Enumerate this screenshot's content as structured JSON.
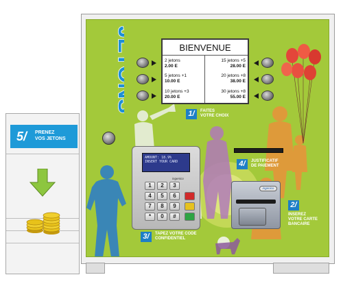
{
  "dispenser": {
    "step_number": "5/",
    "instruction": [
      "PRENEZ",
      "VOS JETONS"
    ]
  },
  "logo": {
    "text": "JETONS"
  },
  "screen": {
    "title": "BIENVENUE",
    "options": [
      {
        "label": "2 jetons",
        "price": "2.00 E",
        "side": "left"
      },
      {
        "label": "15 jetons +5",
        "price": "28.00 E",
        "side": "right"
      },
      {
        "label": "5 jetons +1",
        "price": "10.00 E",
        "side": "left"
      },
      {
        "label": "20 jetons +8",
        "price": "38.00 E",
        "side": "right"
      },
      {
        "label": "10 jetons +3",
        "price": "20.00 E",
        "side": "left"
      },
      {
        "label": "30 jetons +8",
        "price": "55.00 E",
        "side": "right"
      }
    ]
  },
  "steps": {
    "choice": {
      "number": "1/",
      "lines": [
        "FAITES",
        "VOTRE CHOIX"
      ]
    },
    "card": {
      "number": "2/",
      "lines": [
        "INSEREZ",
        "VOTRE CARTE",
        "BANCAIRE"
      ]
    },
    "pin": {
      "number": "3/",
      "lines": [
        "TAPEZ VOTRE CODE",
        "CONFIDENTIEL"
      ]
    },
    "receipt": {
      "number": "4/",
      "lines": [
        "JUSTIFICATIF",
        "DE PAIEMENT"
      ]
    }
  },
  "pinpad": {
    "display": [
      "AMOUNT: 18.9%",
      "INSERT YOUR CARD"
    ],
    "brand": "ingenico",
    "keys": [
      "1",
      "2",
      "3",
      "4",
      "5",
      "6",
      "7",
      "8",
      "9",
      "*",
      "0",
      "#"
    ],
    "function_key_colors": [
      "#d12a2a",
      "#e6c21e",
      "#2ea443"
    ]
  },
  "reader": {
    "brand": "ingenico"
  },
  "colors": {
    "panel": "#a3c93a",
    "step_badge": "#1e7fc6",
    "dispenser_header": "#1e9ad8",
    "coin": "#e8c21a",
    "arrow": "#8dc63f"
  }
}
